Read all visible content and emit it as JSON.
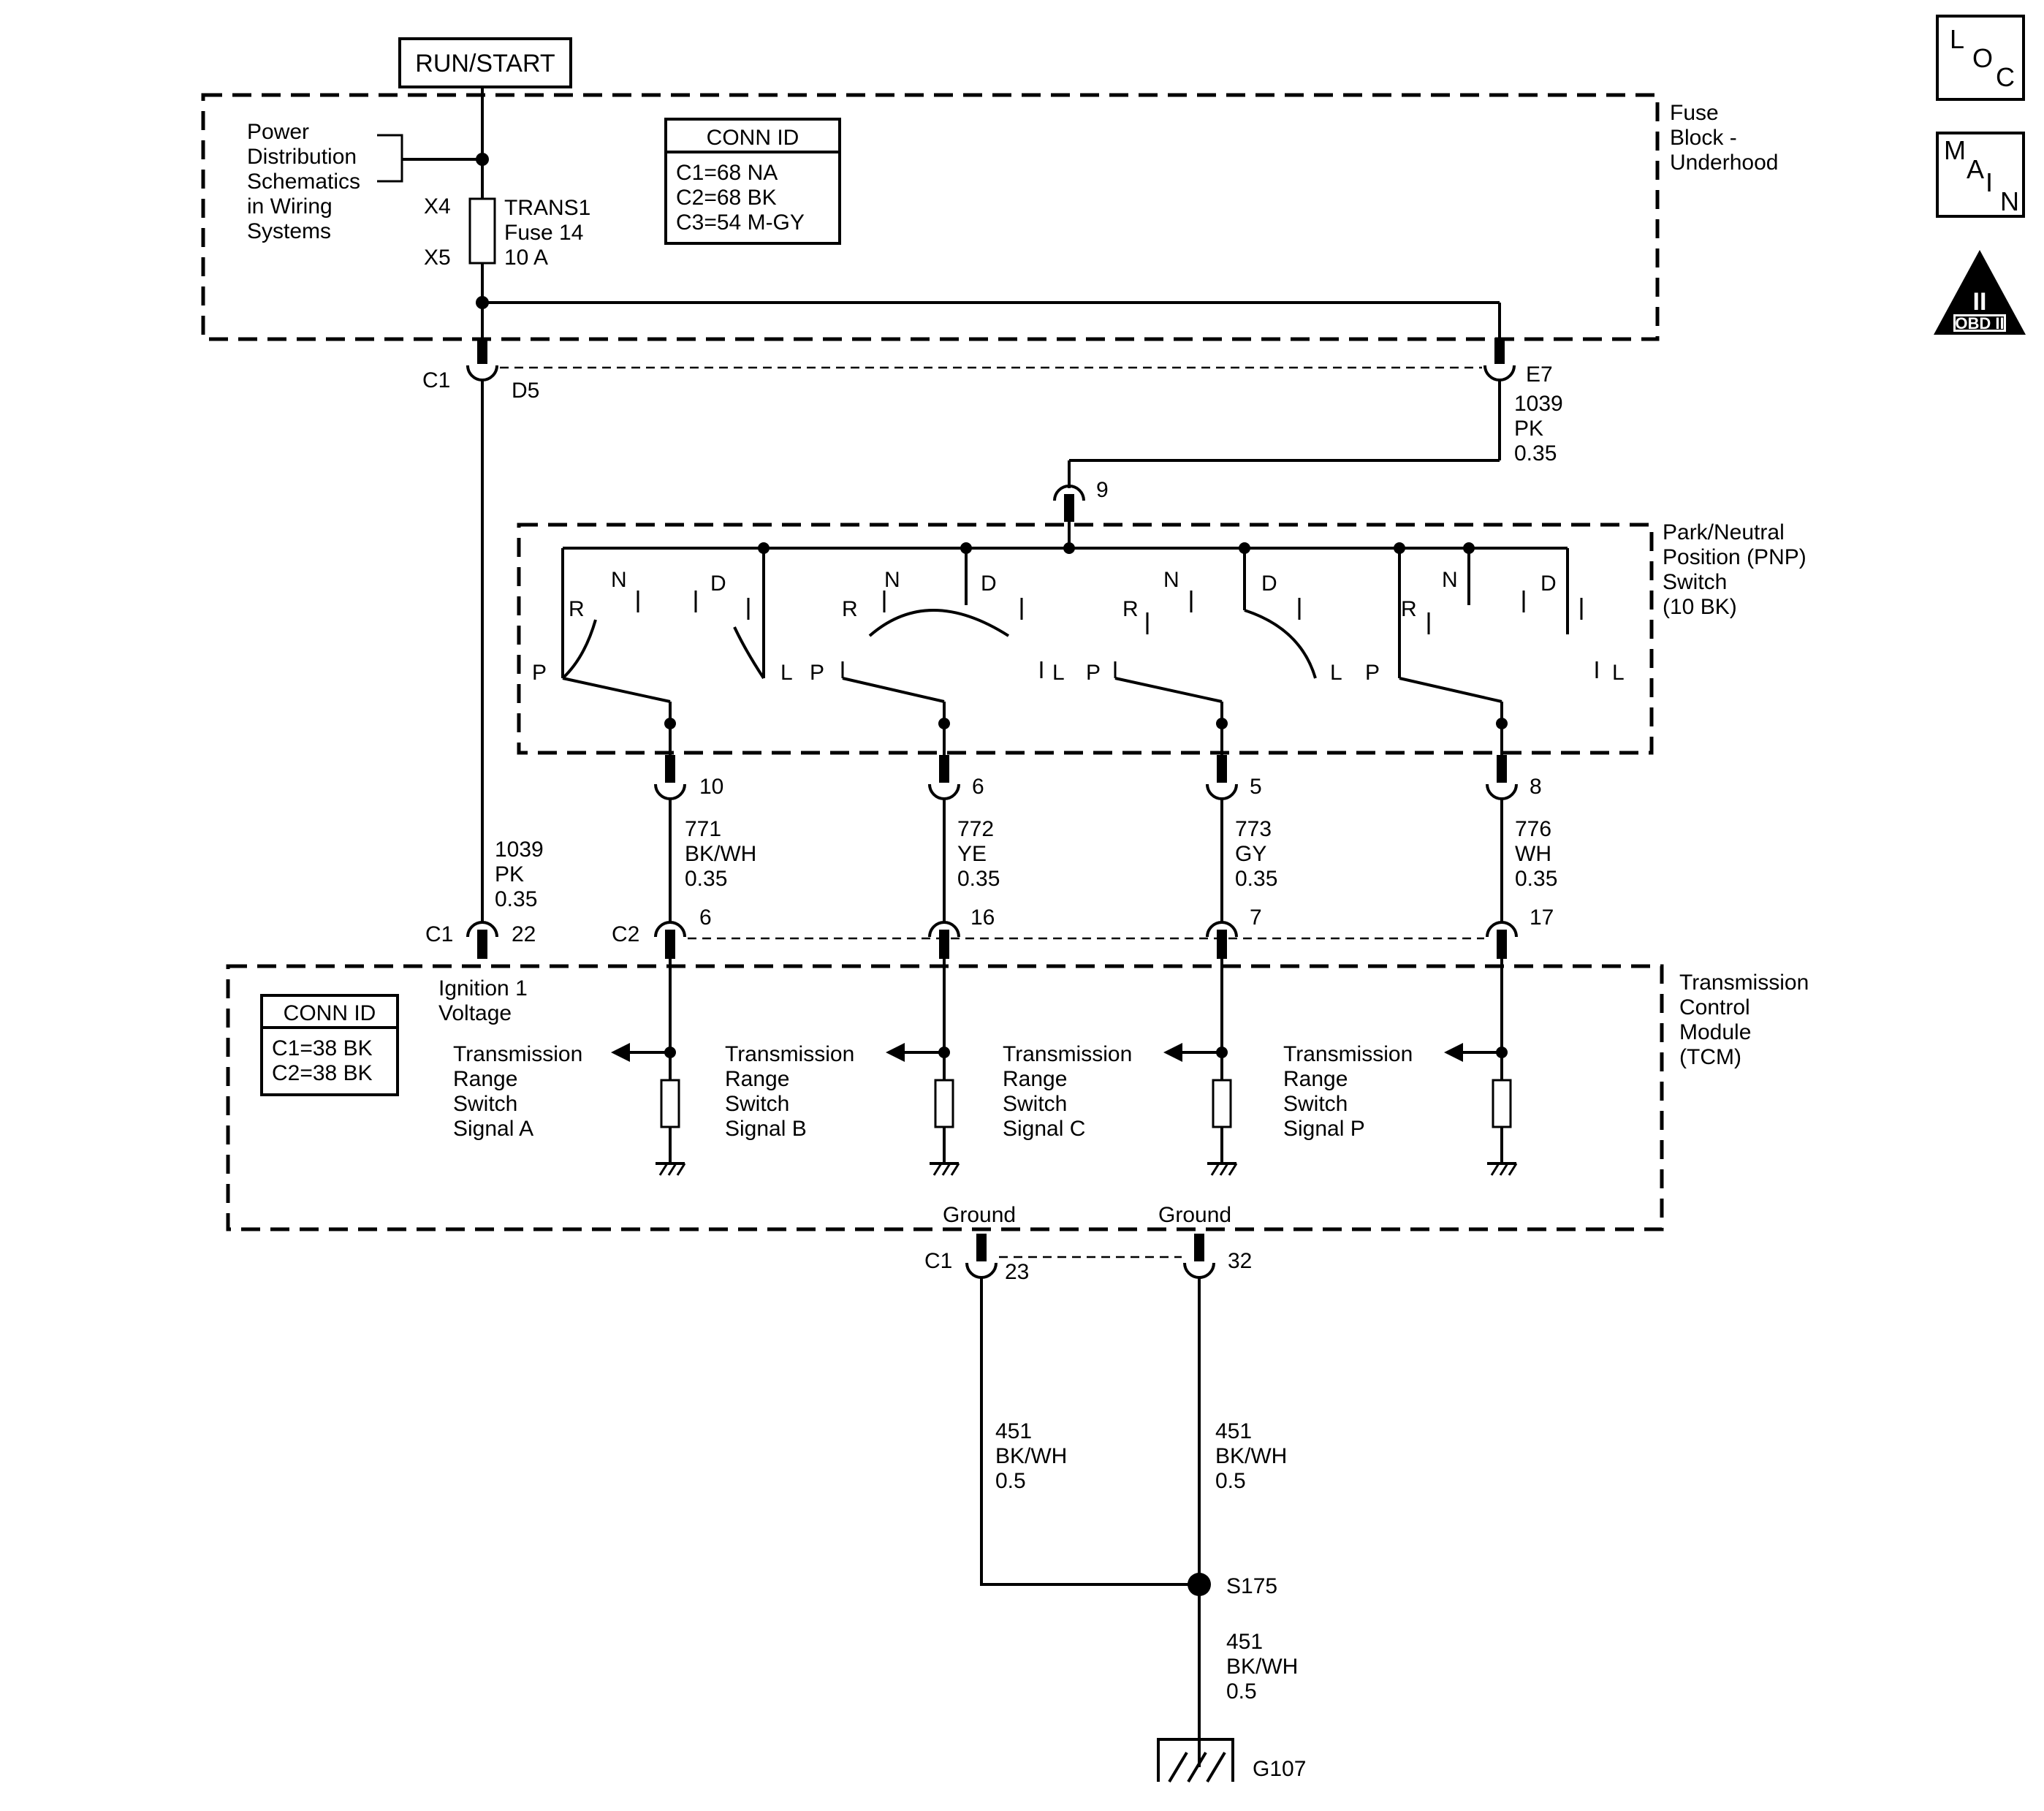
{
  "top_label": "RUN/START",
  "fuse_block": {
    "label": [
      "Fuse",
      "Block -",
      "Underhood"
    ],
    "power_dist": [
      "Power",
      "Distribution",
      "Schematics",
      "in Wiring",
      "Systems"
    ],
    "fuse_top_pin": "X4",
    "fuse_bottom_pin": "X5",
    "fuse_text": [
      "TRANS1",
      "Fuse 14",
      "10 A"
    ],
    "conn_id_title": "CONN ID",
    "conn_ids": [
      "C1=68 NA",
      "C2=68 BK",
      "C3=54 M-GY"
    ],
    "conn_c1": "C1",
    "pin_d5": "D5",
    "pin_e7": "E7"
  },
  "wire_1039_a": [
    "1039",
    "PK",
    "0.35"
  ],
  "wire_1039_b": [
    "1039",
    "PK",
    "0.35"
  ],
  "pnp": {
    "label": [
      "Park/Neutral",
      "Position (PNP)",
      "Switch",
      "(10 BK)"
    ],
    "input_pin": "9",
    "outputs": [
      "10",
      "6",
      "5",
      "8"
    ],
    "switches": [
      {
        "P": "P",
        "R": "R",
        "N": "N",
        "D": "D",
        "L": "L"
      },
      {
        "P": "P",
        "R": "R",
        "N": "N",
        "D": "D",
        "L": "L"
      },
      {
        "P": "P",
        "R": "R",
        "N": "N",
        "D": "D",
        "L": "L"
      },
      {
        "P": "P",
        "R": "R",
        "N": "N",
        "D": "D",
        "L": "L"
      }
    ]
  },
  "signal_wires": [
    {
      "circuit": "771",
      "color": "BK/WH",
      "size": "0.35",
      "tcm_pin": "6"
    },
    {
      "circuit": "772",
      "color": "YE",
      "size": "0.35",
      "tcm_pin": "16"
    },
    {
      "circuit": "773",
      "color": "GY",
      "size": "0.35",
      "tcm_pin": "7"
    },
    {
      "circuit": "776",
      "color": "WH",
      "size": "0.35",
      "tcm_pin": "17"
    }
  ],
  "tcm": {
    "label": [
      "Transmission",
      "Control",
      "Module",
      "(TCM)"
    ],
    "conn_c1": "C1",
    "conn_c2": "C2",
    "ign_pin": "22",
    "ign_label": [
      "Ignition 1",
      "Voltage"
    ],
    "conn_id_title": "CONN ID",
    "conn_ids": [
      "C1=38 BK",
      "C2=38 BK"
    ],
    "signals": [
      [
        "Transmission",
        "Range",
        "Switch",
        "Signal A"
      ],
      [
        "Transmission",
        "Range",
        "Switch",
        "Signal B"
      ],
      [
        "Transmission",
        "Range",
        "Switch",
        "Signal C"
      ],
      [
        "Transmission",
        "Range",
        "Switch",
        "Signal P"
      ]
    ],
    "ground_label": "Ground",
    "ground_conn": "C1",
    "ground_pins": [
      "23",
      "32"
    ]
  },
  "ground_wires": {
    "left": [
      "451",
      "BK/WH",
      "0.5"
    ],
    "right": [
      "451",
      "BK/WH",
      "0.5"
    ],
    "bottom": [
      "451",
      "BK/WH",
      "0.5"
    ],
    "splice": "S175",
    "ground": "G107"
  },
  "nav_icons": {
    "loc": [
      "L",
      "O",
      "C"
    ],
    "main": [
      "M",
      "A",
      "I",
      "N"
    ],
    "obd_numeral": "II",
    "obd_label": "OBD II"
  }
}
